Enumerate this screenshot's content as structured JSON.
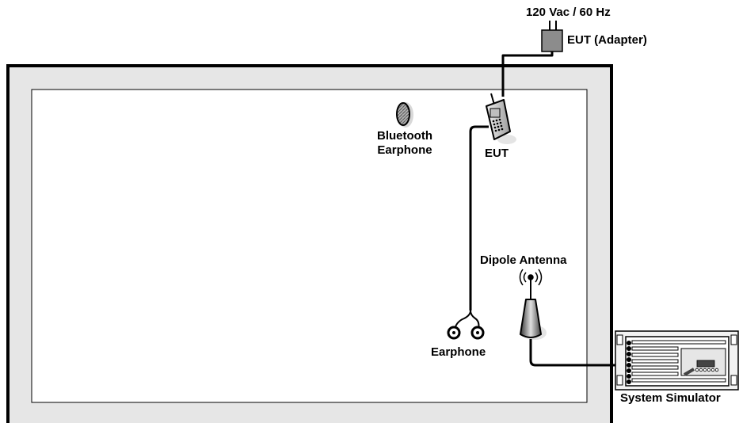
{
  "labels": {
    "power": "120 Vac / 60 Hz",
    "adapter": "EUT (Adapter)",
    "bluetooth_line1": "Bluetooth",
    "bluetooth_line2": "Earphone",
    "eut": "EUT",
    "dipole_antenna": "Dipole Antenna",
    "earphone": "Earphone",
    "system_simulator": "System Simulator"
  },
  "colors": {
    "chamber_outer_fill": "#e6e6e6",
    "chamber_border": "#000000",
    "inner_area": "#ffffff",
    "adapter_fill": "#8c8c8c",
    "cable": "#000000"
  },
  "icons": [
    "power-plug-icon",
    "adapter-icon",
    "phone-icon",
    "bluetooth-earphone-icon",
    "earphone-icon",
    "antenna-icon",
    "radio-waves-icon",
    "system-simulator-icon"
  ]
}
